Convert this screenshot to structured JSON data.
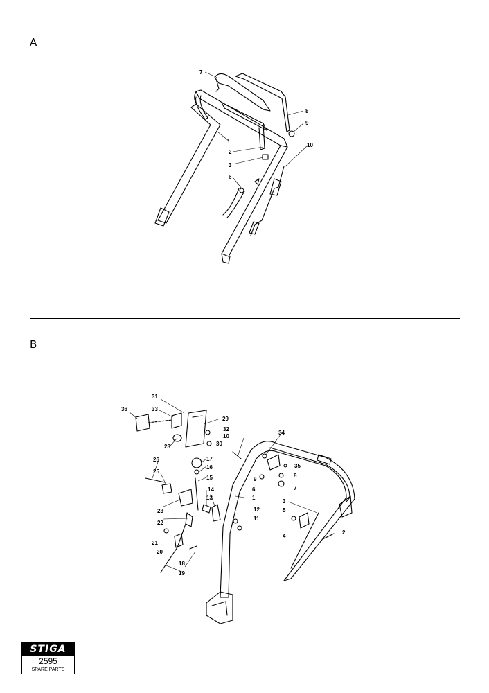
{
  "sections": {
    "a": "A",
    "b": "B"
  },
  "brand": {
    "logo": "STIGA",
    "code": "2595",
    "subtitle": "SPARE PARTS"
  },
  "callouts_a": [
    "7",
    "8",
    "9",
    "1",
    "10",
    "2",
    "3",
    "6"
  ],
  "callouts_b": [
    "31",
    "36",
    "33",
    "29",
    "32",
    "28",
    "30",
    "10",
    "34",
    "26",
    "17",
    "16",
    "35",
    "25",
    "15",
    "9",
    "8",
    "6",
    "7",
    "1",
    "14",
    "3",
    "23",
    "13",
    "12",
    "5",
    "22",
    "11",
    "4",
    "2",
    "21",
    "20",
    "18",
    "19"
  ]
}
